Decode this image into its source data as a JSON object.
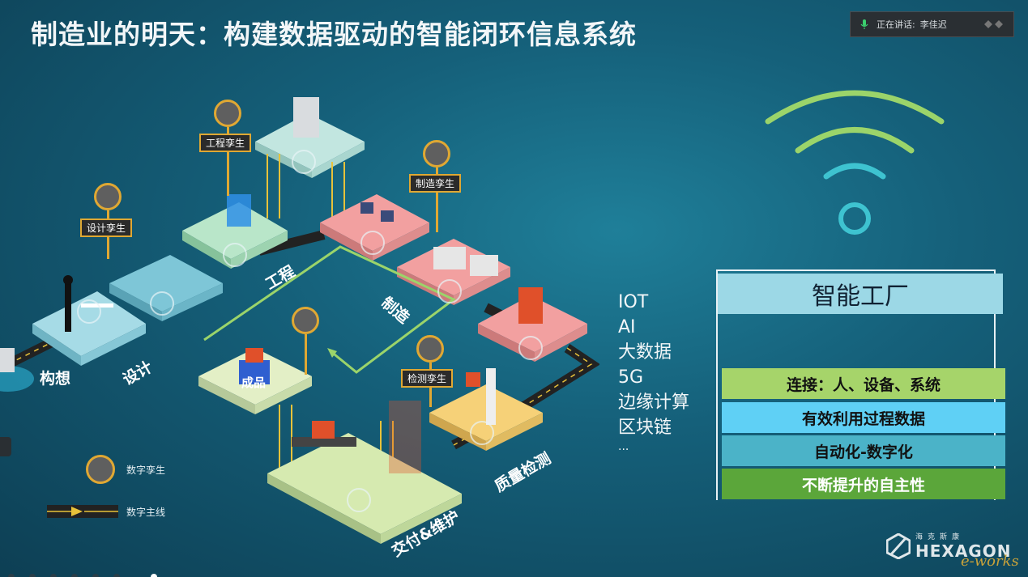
{
  "slide": {
    "title": "制造业的明天：构建数据驱动的智能闭环信息系统"
  },
  "speaker_bar": {
    "label": "正在讲话:",
    "name": "李佳迟"
  },
  "stages": {
    "concept": "构想",
    "design": "设计",
    "engineering": "工程",
    "manufacturing": "制造",
    "quality": "质量检测",
    "delivery": "交付&维护",
    "product": "成品"
  },
  "twins": {
    "design": "设计孪生",
    "engineering": "工程孪生",
    "manufacturing": "制造孪生",
    "inspection": "检测孪生"
  },
  "legend": {
    "twin": "数字孪生",
    "thread": "数字主线"
  },
  "tech_list": [
    "IOT",
    "AI",
    "大数据",
    "5G",
    "边缘计算",
    "区块链",
    "..."
  ],
  "smart_factory": {
    "title": "智能工厂",
    "layers": [
      {
        "label": "连接：人、设备、系统",
        "color": "#a6d46a"
      },
      {
        "label": "有效利用过程数据",
        "color": "#5fd0f5"
      },
      {
        "label": "自动化-数字化",
        "color": "#4bb3c8"
      },
      {
        "label": "不断提升的自主性",
        "color": "#5ba63a"
      }
    ]
  },
  "brand": {
    "small": "海克斯康",
    "name": "HEXAGON"
  },
  "watermark": "e-works",
  "colors": {
    "accent_gold": "#e0a833",
    "wifi_green": "#9bd46a",
    "wifi_teal": "#3ec3d0"
  }
}
